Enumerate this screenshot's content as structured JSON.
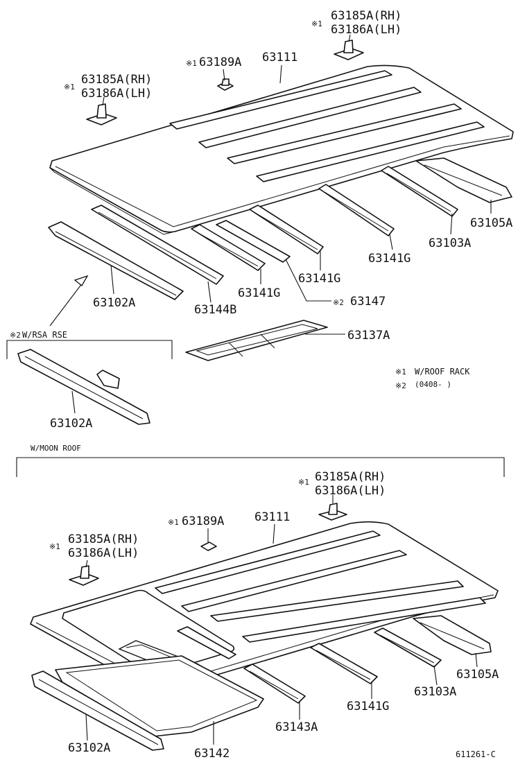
{
  "top_roof": {
    "clip_front": {
      "mark": "※1",
      "rh": "63185A(RH)",
      "lh": "63186A(LH)"
    },
    "clip_rear": {
      "mark": "※1",
      "rh": "63185A(RH)",
      "lh": "63186A(LH)"
    },
    "clip_center": {
      "mark": "※1",
      "part": "63189A"
    },
    "panel": "63111",
    "rear_header": "63105A",
    "bow_rear": "63103A",
    "bow_mid": "63141G",
    "bow_center": "63141G",
    "bow_front": "63141G",
    "bracket": {
      "mark": "※2",
      "part": "63147"
    },
    "front_rail": "63144B",
    "front_header": "63102A",
    "frame": "63137A"
  },
  "rsa_box": {
    "mark": "※2",
    "title": "W/RSA RSE",
    "header": "63102A"
  },
  "notes": [
    {
      "mark": "※1",
      "text": "W/ROOF RACK"
    },
    {
      "mark": "※2",
      "text": "(0408-    )"
    }
  ],
  "moon_roof": {
    "title": "W/MOON ROOF",
    "clip_front": {
      "mark": "※1",
      "rh": "63185A(RH)",
      "lh": "63186A(LH)"
    },
    "clip_rear": {
      "mark": "※1",
      "rh": "63185A(RH)",
      "lh": "63186A(LH)"
    },
    "clip_center": {
      "mark": "※1",
      "part": "63189A"
    },
    "panel": "63111",
    "rear_header": "63105A",
    "bow_rear": "63103A",
    "bow_mid": "63141G",
    "bow_front": "63143A",
    "housing": "63142",
    "front_header": "63102A"
  },
  "figure_code": "611261-C"
}
